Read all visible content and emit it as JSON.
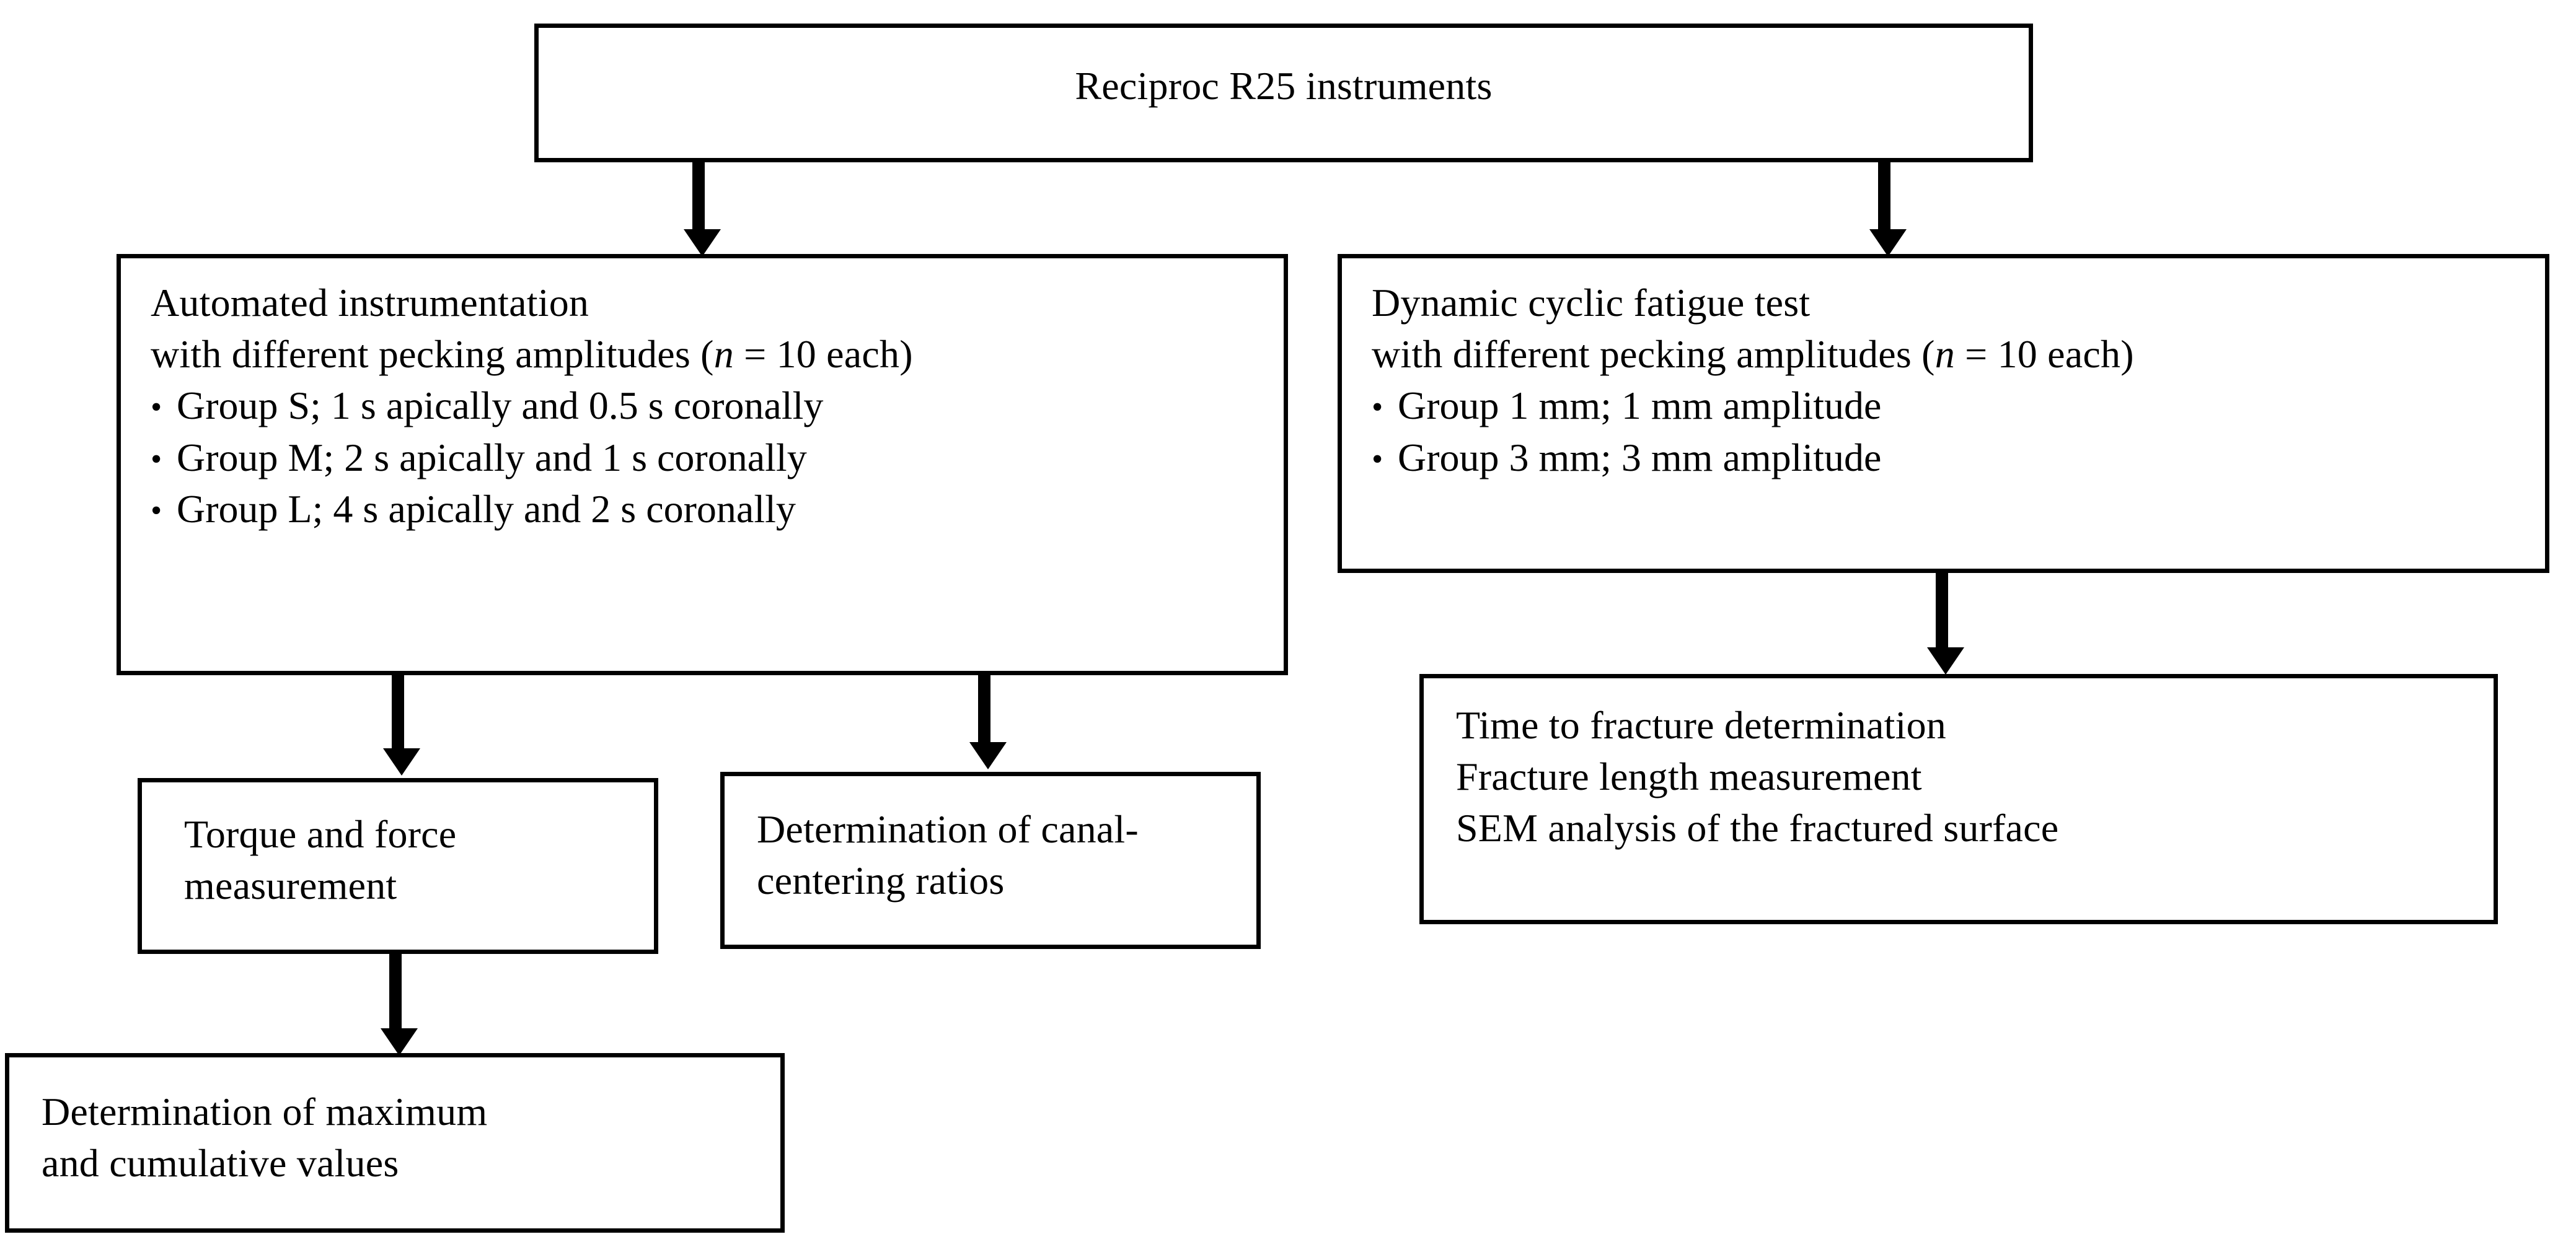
{
  "diagram": {
    "title": "Reciproc R25 instruments study design flowchart",
    "accent_color": "#000000",
    "background_color": "#ffffff",
    "border_color": "#000000"
  },
  "nodes": {
    "root": {
      "label": "Reciproc R25 instruments"
    },
    "automated": {
      "line1": "Automated instrumentation",
      "line2_a": "with different pecking amplitudes (",
      "line2_n": "n",
      "line2_b": " = 10 each)",
      "bullet_glyph": "•",
      "bullets": [
        "Group S; 1 s apically and 0.5 s coronally",
        "Group M; 2 s apically and 1 s coronally",
        "Group L; 4 s apically and 2 s coronally"
      ]
    },
    "fatigue": {
      "line1": "Dynamic cyclic fatigue test",
      "line2_a": "with different pecking amplitudes (",
      "line2_n": "n",
      "line2_b": " = 10 each)",
      "bullet_glyph": "•",
      "bullets": [
        "Group 1 mm; 1 mm amplitude",
        "Group 3 mm; 3 mm amplitude"
      ]
    },
    "torque": {
      "line1": "Torque and force",
      "line2": "measurement"
    },
    "centering": {
      "line1": "Determination of canal-",
      "line2": "centering ratios"
    },
    "maxcum": {
      "line1": "Determination of maximum",
      "line2": "and cumulative values"
    },
    "fracture": {
      "line1": "Time to fracture determination",
      "line2": "Fracture length measurement",
      "line3": "SEM analysis of the fractured surface"
    }
  },
  "connectors": [
    {
      "name": "root-to-automated",
      "from": "root",
      "to": "automated",
      "style": "solid-arrow-down"
    },
    {
      "name": "root-to-fatigue",
      "from": "root",
      "to": "fatigue",
      "style": "solid-arrow-down"
    },
    {
      "name": "automated-to-torque",
      "from": "automated",
      "to": "torque",
      "style": "solid-arrow-down"
    },
    {
      "name": "automated-to-centering",
      "from": "automated",
      "to": "centering",
      "style": "solid-arrow-down"
    },
    {
      "name": "fatigue-to-fracture",
      "from": "fatigue",
      "to": "fracture",
      "style": "solid-arrow-down"
    },
    {
      "name": "torque-to-maxcum",
      "from": "torque",
      "to": "maxcum",
      "style": "solid-arrow-down"
    }
  ]
}
